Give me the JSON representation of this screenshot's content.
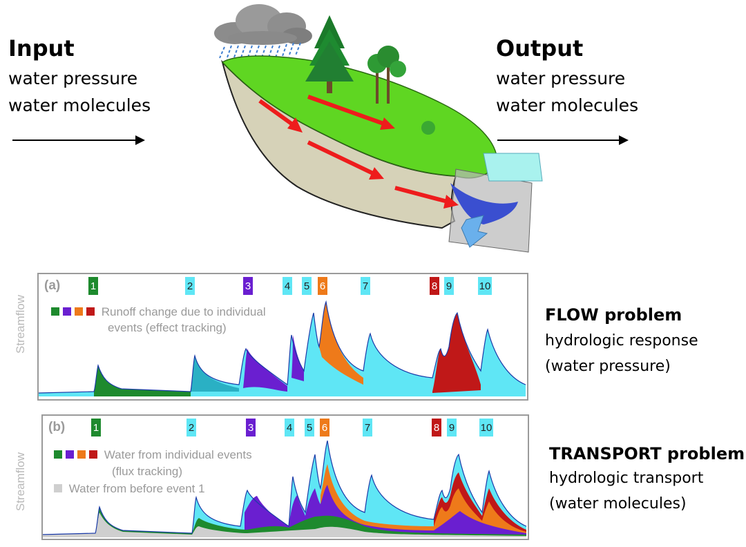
{
  "input": {
    "title": "Input",
    "line1": "water pressure",
    "line2": "water molecules"
  },
  "output": {
    "title": "Output",
    "line1": "water pressure",
    "line2": "water molecules"
  },
  "flow_side": {
    "title": "FLOW problem",
    "line1": "hydrologic response",
    "line2": "(water pressure)"
  },
  "transport_side": {
    "title": "TRANSPORT problem",
    "line1": "hydrologic transport",
    "line2": "(water molecules)"
  },
  "panel_a": {
    "label": "(a)",
    "ylabel": "Streamflow",
    "legend_line1": "Runoff change due to individual",
    "legend_line2": "events (effect tracking)",
    "events": [
      "1",
      "2",
      "3",
      "4",
      "5",
      "6",
      "7",
      "8",
      "9",
      "10"
    ]
  },
  "panel_b": {
    "label": "(b)",
    "ylabel": "Streamflow",
    "legend_line1": "Water from individual events",
    "legend_line2": "(flux tracking)",
    "legend_line3": "Water from before event 1",
    "events": [
      "1",
      "2",
      "3",
      "4",
      "5",
      "6",
      "7",
      "8",
      "9",
      "10"
    ]
  },
  "colors": {
    "event_green": "#1e8a2e",
    "event_purple": "#6a1fd0",
    "event_orange": "#ee7a1a",
    "event_red": "#c01818",
    "event_cyan": "#5fe6f5",
    "baseline_gray": "#cfcfcf",
    "grass_green": "#5fd622",
    "soil": "#d6d2b8",
    "arrow_red": "#ee1c1c"
  }
}
